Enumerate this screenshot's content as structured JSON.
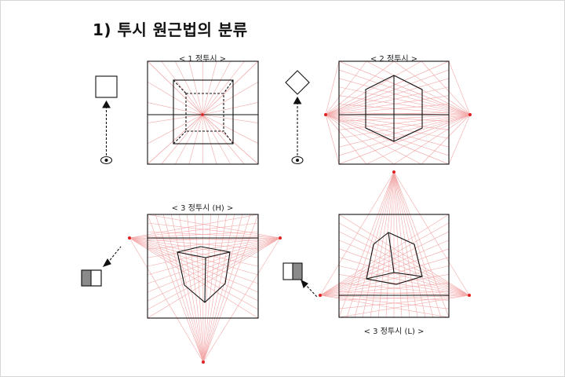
{
  "title": "1) 투시 원근법의 분류",
  "captions": {
    "one_point": "< 1 정투시 >",
    "two_point": "< 2 정투시 >",
    "three_point_high": "< 3 정투시 (H) >",
    "three_point_low": "< 3 정투시 (L) >"
  },
  "colors": {
    "line": "#111111",
    "guide": "#f2a8a8",
    "vanishing_point": "#e02020",
    "shade": "#8a8a8a"
  }
}
